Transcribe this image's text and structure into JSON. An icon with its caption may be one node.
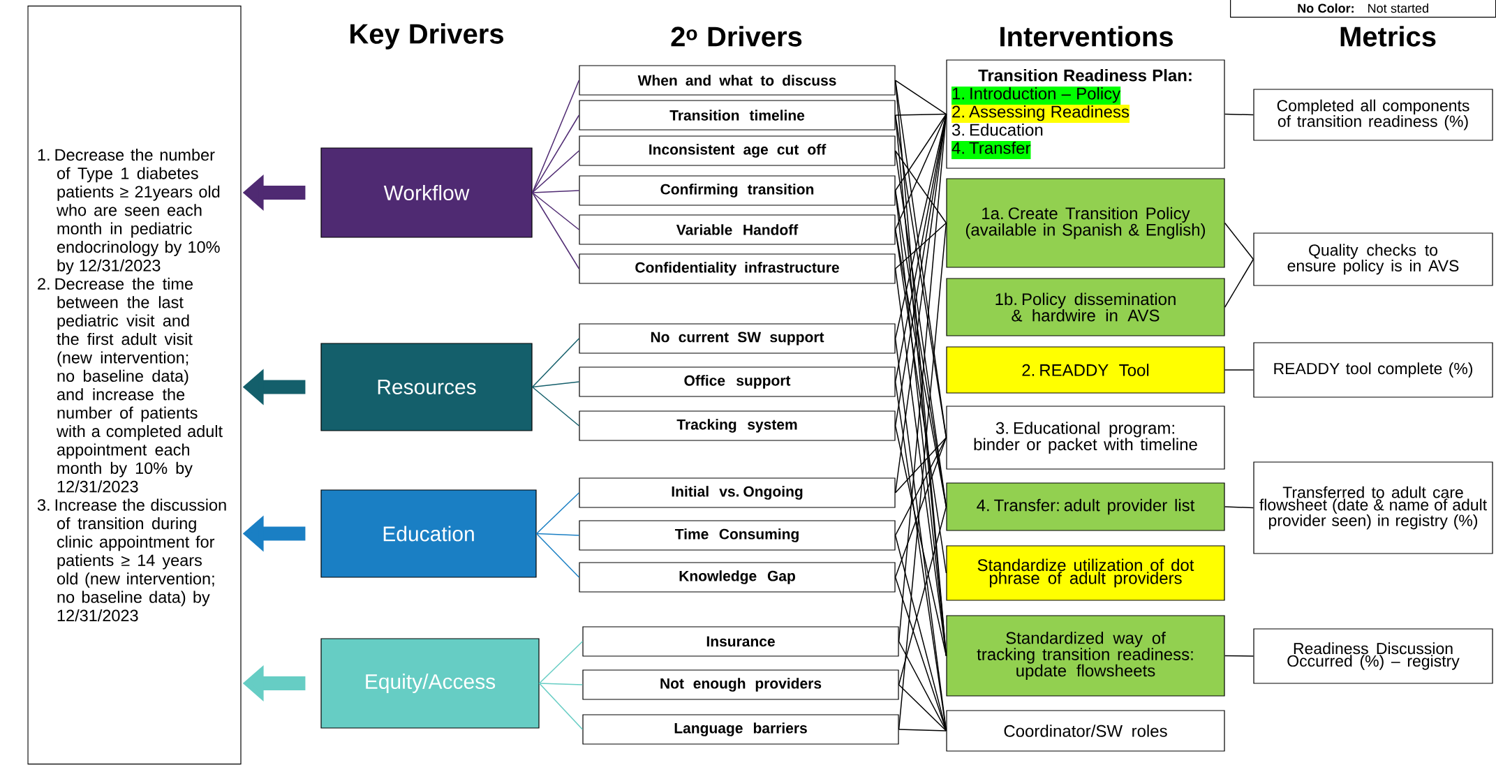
{
  "diagram": {
    "nodes": [
      {
        "text": [
          "1. Decrease the number of Type 1 diabetes patients ≥ 21years old who are seen each month in pediatric endocrinology by 10% by 12/31/2023",
          "2. Decrease the time between the last pediatric visit and the first adult visit (new intervention; no baseline data) and increase the number of patients with a completed adult appointment each month by 10% by 12/31/2023",
          "3. Increase the discussion of transition during clinic appointment for patients ≥ 14 years old (new intervention; no baseline data) by 12/31/2023"
        ]
      },
      {
        "text": [
          "Workflow"
        ]
      },
      {
        "text": [
          "Resources"
        ]
      },
      {
        "text": [
          "Education"
        ]
      },
      {
        "text": [
          "Equity/Access"
        ]
      },
      {
        "text": [
          "When and what to discuss"
        ]
      },
      {
        "text": [
          "Transition timeline"
        ]
      },
      {
        "text": [
          "Inconsistent age cut off"
        ]
      },
      {
        "text": [
          "Confirming transition"
        ]
      },
      {
        "text": [
          "Variable Handoff"
        ]
      },
      {
        "text": [
          "Confidentiality infrastructure"
        ]
      },
      {
        "text": [
          "No current SW support"
        ]
      },
      {
        "text": [
          "Office support"
        ]
      },
      {
        "text": [
          "Tracking system"
        ]
      },
      {
        "text": [
          "Initial vs. Ongoing"
        ]
      },
      {
        "text": [
          "Time Consuming"
        ]
      },
      {
        "text": [
          "Knowledge Gap"
        ]
      },
      {
        "text": [
          "Insurance"
        ]
      },
      {
        "text": [
          "Not enough providers"
        ]
      },
      {
        "text": [
          "Language barriers"
        ]
      },
      {
        "text": [
          "Transition Readiness Plan:",
          "1. Introduction – Policy",
          "2. Assessing Readiness",
          "3. Education",
          "4. Transfer"
        ]
      },
      {
        "text": [
          "1a. Create Transition Policy (available in Spanish & English)"
        ]
      },
      {
        "text": [
          "1b. Policy dissemination & hardwire in AVS"
        ]
      },
      {
        "text": [
          "2. READDY Tool"
        ]
      },
      {
        "text": [
          "3. Educational program: binder or packet with timeline"
        ]
      },
      {
        "text": [
          "4. Transfer: adult provider list"
        ]
      },
      {
        "text": [
          "Standardize utilization of dot phrase of adult providers"
        ]
      },
      {
        "text": [
          "Standardized way of tracking transition readiness: update flowsheets"
        ]
      },
      {
        "text": [
          "Coordinator/SW roles"
        ]
      },
      {
        "text": [
          "Completed all components of transition readiness (%)"
        ]
      },
      {
        "text": [
          "Quality checks to ensure policy is in AVS"
        ]
      },
      {
        "text": [
          "READDY tool complete (%)"
        ]
      },
      {
        "text": [
          "Transferred to adult care flowsheet (date & name of adult provider seen) in registry (%)"
        ]
      },
      {
        "text": [
          "Readiness Discussion Occurred (%) – registry"
        ]
      }
    ],
    "edges": [
      {
        "from": 1,
        "to": 0,
        "arrow": "to",
        "style": "thick",
        "color": "#4f2a72"
      },
      {
        "from": 2,
        "to": 0,
        "arrow": "to",
        "style": "thick",
        "color": "#145f6b"
      },
      {
        "from": 3,
        "to": 0,
        "arrow": "to",
        "style": "thick",
        "color": "#1a7fc4"
      },
      {
        "from": 4,
        "to": 0,
        "arrow": "to",
        "style": "thick",
        "color": "#66cdc4"
      },
      {
        "from": 1,
        "to": 5,
        "arrow": "none",
        "color": "#4f2a72"
      },
      {
        "from": 1,
        "to": 6,
        "arrow": "none",
        "color": "#4f2a72"
      },
      {
        "from": 1,
        "to": 7,
        "arrow": "none",
        "color": "#4f2a72"
      },
      {
        "from": 1,
        "to": 8,
        "arrow": "none",
        "color": "#4f2a72"
      },
      {
        "from": 1,
        "to": 9,
        "arrow": "none",
        "color": "#4f2a72"
      },
      {
        "from": 1,
        "to": 10,
        "arrow": "none",
        "color": "#4f2a72"
      },
      {
        "from": 2,
        "to": 11,
        "arrow": "none",
        "color": "#145f6b"
      },
      {
        "from": 2,
        "to": 12,
        "arrow": "none",
        "color": "#145f6b"
      },
      {
        "from": 2,
        "to": 13,
        "arrow": "none",
        "color": "#145f6b"
      },
      {
        "from": 3,
        "to": 14,
        "arrow": "none",
        "color": "#1a7fc4"
      },
      {
        "from": 3,
        "to": 15,
        "arrow": "none",
        "color": "#1a7fc4"
      },
      {
        "from": 3,
        "to": 16,
        "arrow": "none",
        "color": "#1a7fc4"
      },
      {
        "from": 4,
        "to": 17,
        "arrow": "none",
        "color": "#66cdc4"
      },
      {
        "from": 4,
        "to": 18,
        "arrow": "none",
        "color": "#66cdc4"
      },
      {
        "from": 4,
        "to": 19,
        "arrow": "none",
        "color": "#66cdc4"
      },
      {
        "from": 5,
        "to": 20,
        "arrow": "none"
      },
      {
        "from": 5,
        "to": 24,
        "arrow": "none"
      },
      {
        "from": 5,
        "to": 27,
        "arrow": "none"
      },
      {
        "from": 6,
        "to": 20,
        "arrow": "none"
      },
      {
        "from": 6,
        "to": 24,
        "arrow": "none"
      },
      {
        "from": 6,
        "to": 27,
        "arrow": "none"
      },
      {
        "from": 7,
        "to": 21,
        "arrow": "none"
      },
      {
        "from": 7,
        "to": 25,
        "arrow": "none"
      },
      {
        "from": 8,
        "to": 20,
        "arrow": "none"
      },
      {
        "from": 8,
        "to": 25,
        "arrow": "none"
      },
      {
        "from": 8,
        "to": 27,
        "arrow": "none"
      },
      {
        "from": 9,
        "to": 20,
        "arrow": "none"
      },
      {
        "from": 9,
        "to": 25,
        "arrow": "none"
      },
      {
        "from": 9,
        "to": 26,
        "arrow": "none"
      },
      {
        "from": 10,
        "to": 21,
        "arrow": "none"
      },
      {
        "from": 10,
        "to": 27,
        "arrow": "none"
      },
      {
        "from": 11,
        "to": 20,
        "arrow": "none"
      },
      {
        "from": 11,
        "to": 28,
        "arrow": "none"
      },
      {
        "from": 12,
        "to": 20,
        "arrow": "none"
      },
      {
        "from": 12,
        "to": 28,
        "arrow": "none"
      },
      {
        "from": 13,
        "to": 20,
        "arrow": "none"
      },
      {
        "from": 13,
        "to": 27,
        "arrow": "none"
      },
      {
        "from": 14,
        "to": 20,
        "arrow": "none"
      },
      {
        "from": 14,
        "to": 24,
        "arrow": "none"
      },
      {
        "from": 15,
        "to": 24,
        "arrow": "none"
      },
      {
        "from": 15,
        "to": 28,
        "arrow": "none"
      },
      {
        "from": 16,
        "to": 24,
        "arrow": "none"
      },
      {
        "from": 16,
        "to": 28,
        "arrow": "none"
      },
      {
        "from": 17,
        "to": 20,
        "arrow": "none"
      },
      {
        "from": 17,
        "to": 28,
        "arrow": "none"
      },
      {
        "from": 18,
        "to": 25,
        "arrow": "none"
      },
      {
        "from": 18,
        "to": 28,
        "arrow": "none"
      },
      {
        "from": 19,
        "to": 21,
        "arrow": "none"
      },
      {
        "from": 19,
        "to": 28,
        "arrow": "none"
      },
      {
        "from": 20,
        "to": 29,
        "arrow": "none"
      },
      {
        "from": 21,
        "to": 30,
        "arrow": "none"
      },
      {
        "from": 22,
        "to": 30,
        "arrow": "none"
      },
      {
        "from": 23,
        "to": 31,
        "arrow": "none"
      },
      {
        "from": 25,
        "to": 32,
        "arrow": "none"
      },
      {
        "from": 27,
        "to": 33,
        "arrow": "none"
      }
    ],
    "labels": [
      "Key Drivers",
      "2$^{o}$ Drivers",
      "Interventions",
      "Metrics",
      "No Color:",
      "Not started"
    ]
  }
}
